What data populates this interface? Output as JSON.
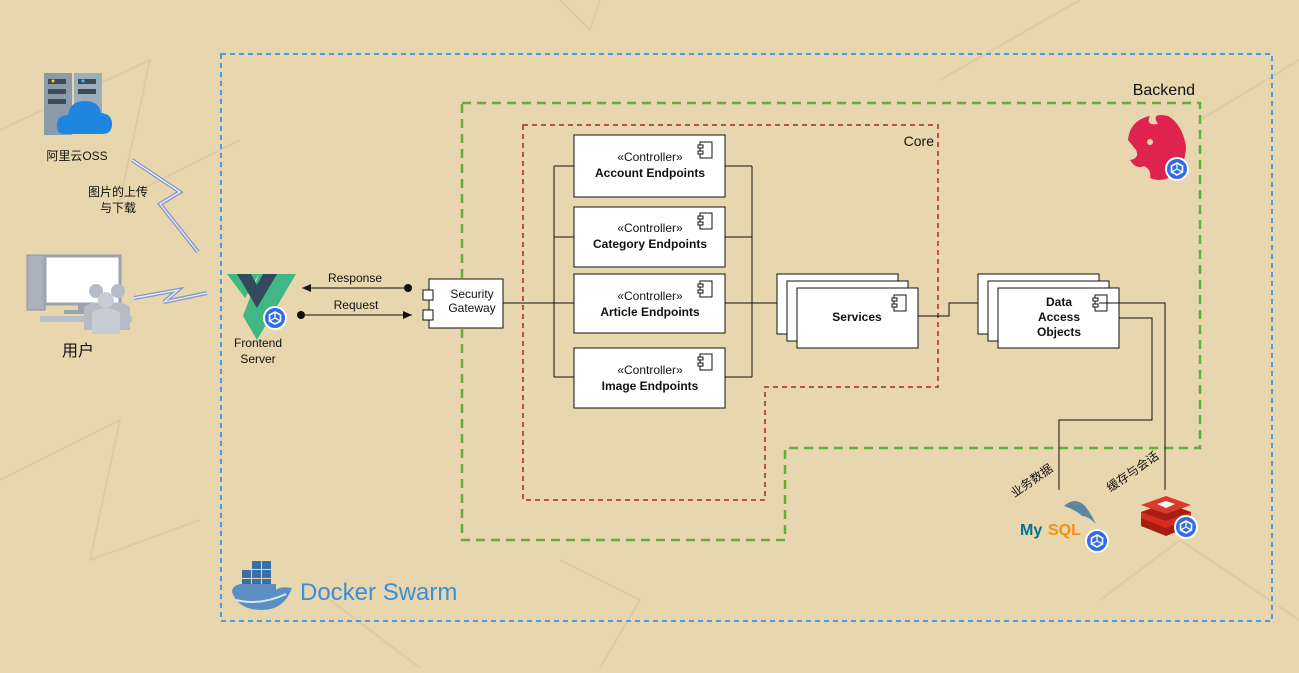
{
  "labels": {
    "oss": "阿里云OSS",
    "transfer_line1": "图片的上传",
    "transfer_line2": "与下载",
    "user": "用户",
    "frontend_line1": "Frontend",
    "frontend_line2": "Server",
    "response": "Response",
    "request": "Request",
    "gateway_line1": "Security",
    "gateway_line2": "Gateway",
    "backend": "Backend",
    "core": "Core",
    "services": "Services",
    "dao_line1": "Data",
    "dao_line2": "Access",
    "dao_line3": "Objects",
    "business_data": "业务数据",
    "cache_session": "缓存与会话",
    "mysql_my": "My",
    "mysql_sql": "SQL",
    "docker_swarm": "Docker Swarm"
  },
  "controllers": [
    {
      "stereotype": "«Controller»",
      "name": "Account Endpoints"
    },
    {
      "stereotype": "«Controller»",
      "name": "Category Endpoints"
    },
    {
      "stereotype": "«Controller»",
      "name": "Article Endpoints"
    },
    {
      "stereotype": "«Controller»",
      "name": "Image Endpoints"
    }
  ],
  "colors": {
    "background": "#e8d6ae",
    "docker_border": "#4a9be0",
    "backend_border": "#5faf3a",
    "core_border": "#c0504d",
    "docker_text": "#3a8fd8",
    "nest_red": "#e0234e",
    "vue_green": "#41b883",
    "vue_dark": "#35495e",
    "k8s_blue": "#326ce5"
  }
}
